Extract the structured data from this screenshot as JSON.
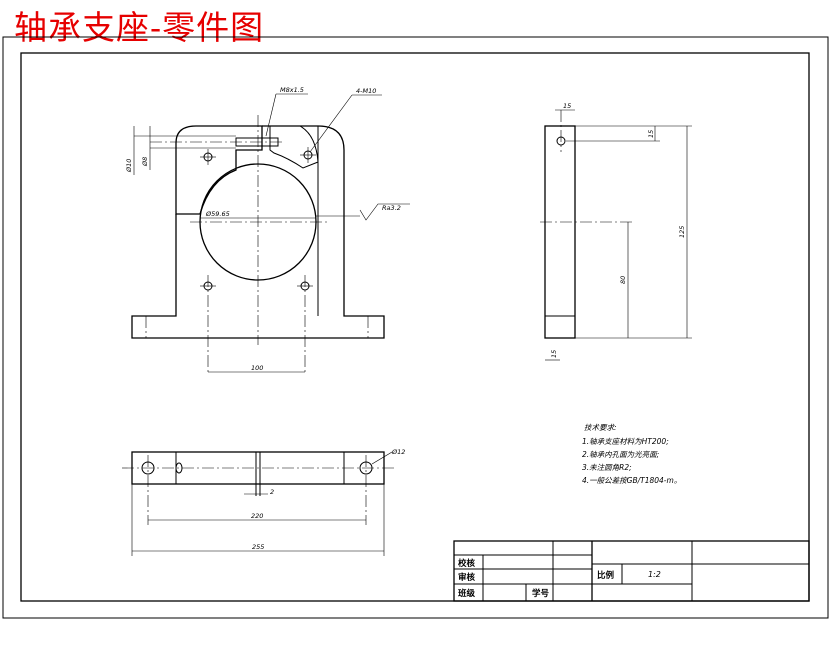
{
  "title": "轴承支座-零件图",
  "front_view": {
    "thread_label": "M8x1.5",
    "holes_label": "4-M10",
    "bore_label": "Ø59.65",
    "roughness_label": "Ra3.2",
    "dim_bolt_spacing": "100",
    "dim_left_1": "Ø10",
    "dim_left_2": "Ø8"
  },
  "side_view": {
    "dim_top": "15",
    "dim_right_top": "15",
    "dim_height": "125",
    "dim_center_height": "80",
    "dim_bottom": "15"
  },
  "top_view": {
    "hole_label": "Ø12",
    "slot_dim": "2",
    "dim_hole_spacing": "220",
    "dim_overall": "255"
  },
  "notes": {
    "heading": "技术要求:",
    "items": [
      "1.轴承支座材料为HT200;",
      "2.轴承内孔面为光亮面;",
      "3.未注圆角R2;",
      "4.一般公差按GB/T1804-m。"
    ]
  },
  "title_block": {
    "label_check": "校核",
    "label_review": "审核",
    "label_class": "班级",
    "label_student_no": "学号",
    "label_scale": "比例",
    "scale_value": "1:2"
  }
}
